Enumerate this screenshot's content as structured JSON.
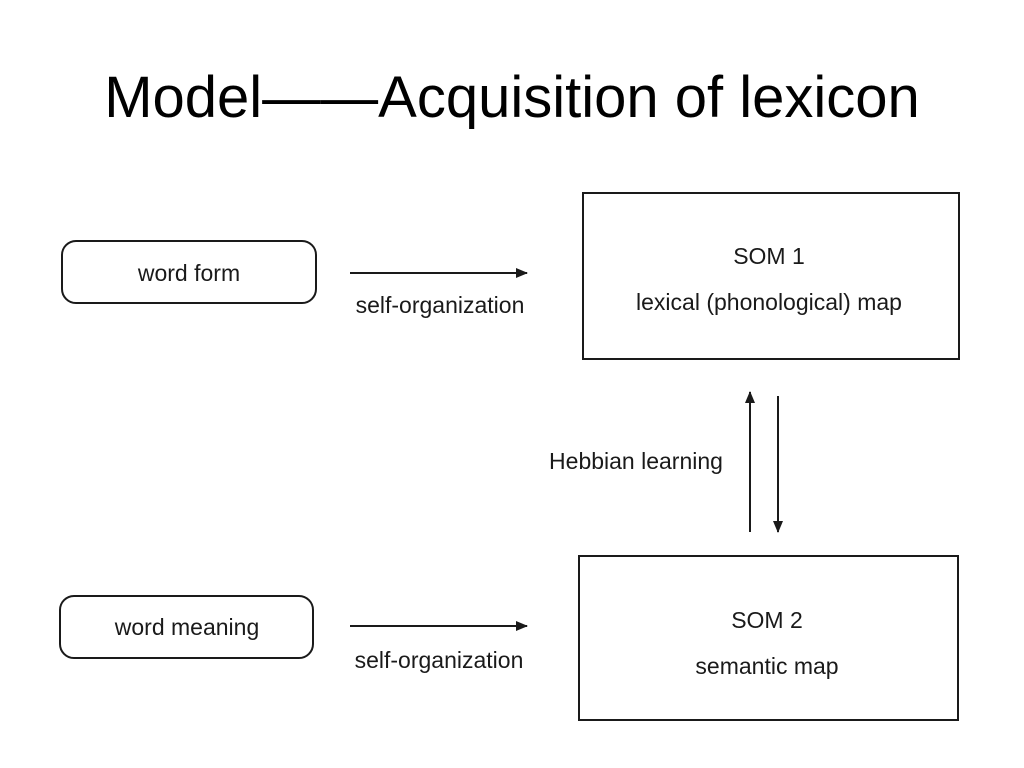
{
  "slide": {
    "title": "Model——Acquisition of lexicon"
  },
  "diagram": {
    "inputs": {
      "word_form": "word form",
      "word_meaning": "word meaning"
    },
    "edges": {
      "self_org_top": "self-organization",
      "self_org_bottom": "self-organization",
      "hebbian": "Hebbian learning"
    },
    "som1": {
      "title": "SOM 1",
      "subtitle": "lexical (phonological) map"
    },
    "som2": {
      "title": "SOM 2",
      "subtitle": "semantic map"
    }
  },
  "colors": {
    "ink": "#1a1a1a",
    "background": "#ffffff"
  }
}
